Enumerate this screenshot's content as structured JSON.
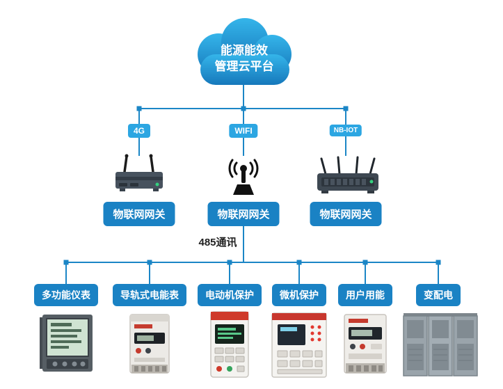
{
  "diagram": {
    "cloud": {
      "title_line1": "能源能效",
      "title_line2": "管理云平台"
    },
    "connectivity": [
      {
        "badge": "4G",
        "gateway_label": "物联网网关",
        "device_icon": "4g-router-icon"
      },
      {
        "badge": "WIFI",
        "gateway_label": "物联网网关",
        "device_icon": "wifi-antenna-icon"
      },
      {
        "badge": "NB-IOT",
        "gateway_label": "物联网网关",
        "device_icon": "nbiot-router-icon"
      }
    ],
    "bus_label": "485通讯",
    "devices": [
      {
        "label": "多功能仪表",
        "icon": "multifunction-meter-icon"
      },
      {
        "label": "导轨式电能表",
        "icon": "din-rail-meter-icon"
      },
      {
        "label": "电动机保护",
        "icon": "motor-protection-icon"
      },
      {
        "label": "微机保护",
        "icon": "micro-protection-icon"
      },
      {
        "label": "用户用能",
        "icon": "user-energy-meter-icon"
      },
      {
        "label": "变配电",
        "icon": "switchgear-cabinet-icon"
      }
    ],
    "colors": {
      "accent_blue": "#1a82c4",
      "badge_blue": "#2ca6e2",
      "line_blue": "#1b86c6",
      "cloud_top": "#35b5ea",
      "cloud_bottom": "#1678bb"
    }
  }
}
